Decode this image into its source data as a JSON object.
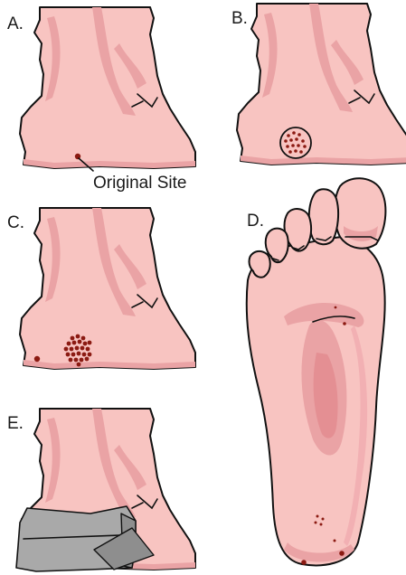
{
  "panels": [
    {
      "label": "A."
    },
    {
      "label": "B."
    },
    {
      "label": "C."
    },
    {
      "label": "D."
    },
    {
      "label": "E."
    }
  ],
  "annotation": {
    "text": "Original Site"
  },
  "colors": {
    "skin": "#f8c4c1",
    "skin_shadow": "#eaa3a5",
    "lesion": "#8b1a12",
    "bandage": "#a9a9a9",
    "outline": "#111111"
  }
}
